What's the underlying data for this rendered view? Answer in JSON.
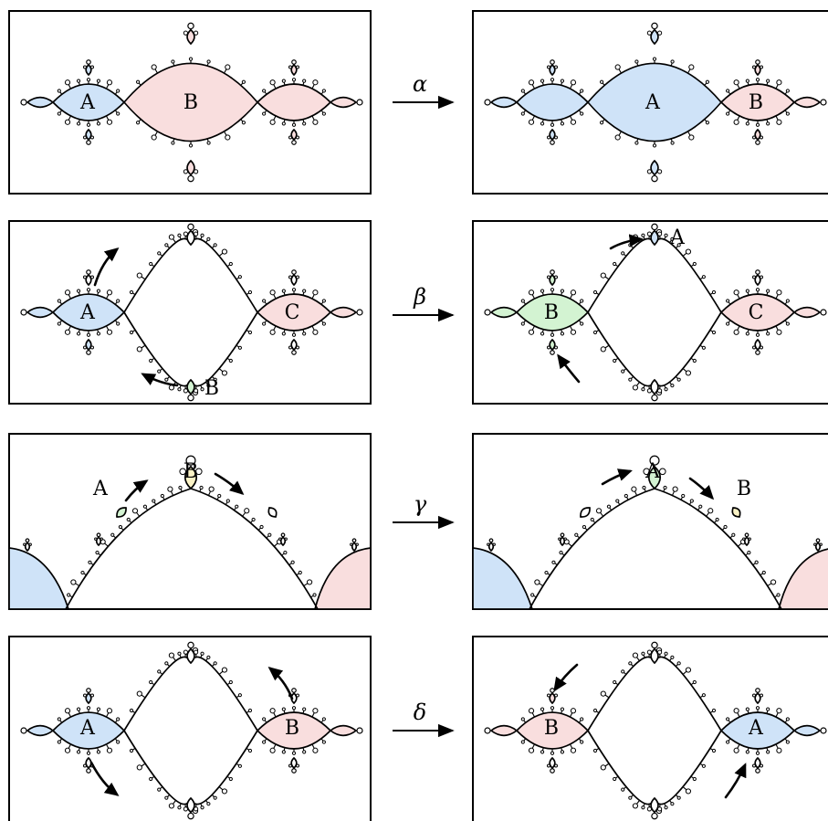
{
  "colors": {
    "blue": "#cfe3f8",
    "pink": "#f9dede",
    "green": "#d3f3d2",
    "yellow": "#fbf3c6",
    "ink": "#000000"
  },
  "icons": [
    "dendrite-julia-set",
    "arrow-right",
    "curved-arrow"
  ],
  "rows": [
    {
      "operator": "α",
      "left": {
        "labels": [
          "A",
          "B"
        ]
      },
      "right": {
        "labels": [
          "A",
          "B"
        ]
      }
    },
    {
      "operator": "β",
      "left": {
        "labels": [
          "A",
          "B",
          "C"
        ]
      },
      "right": {
        "labels": [
          "A",
          "B",
          "C"
        ]
      }
    },
    {
      "operator": "γ",
      "left": {
        "labels": [
          "A",
          "B"
        ]
      },
      "right": {
        "labels": [
          "A",
          "B"
        ]
      }
    },
    {
      "operator": "δ",
      "left": {
        "labels": [
          "A",
          "B"
        ]
      },
      "right": {
        "labels": [
          "B",
          "A"
        ]
      }
    }
  ]
}
